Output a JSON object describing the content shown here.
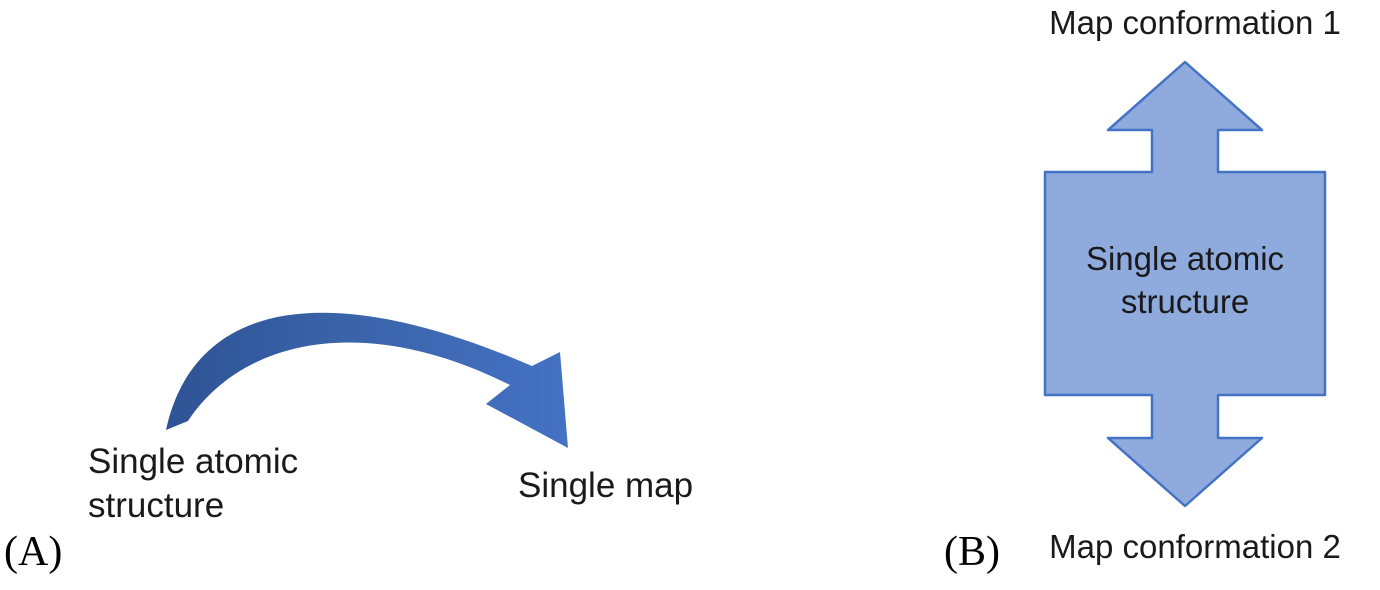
{
  "figure": {
    "type": "diagram",
    "description_not_shown": ""
  },
  "colors": {
    "shape_fill": "#8FAADC",
    "shape_stroke": "#4472C4",
    "curved_arrow_dark": "#2E5395",
    "curved_arrow_light": "#4472C4",
    "text": "#1A1A1A",
    "background": "#FFFFFF"
  },
  "panel_a": {
    "label": "(A)",
    "source_text": "Single atomic\nstructure",
    "target_text": "Single map",
    "arrow_icon": "curved-arrow"
  },
  "panel_b": {
    "label": "(B)",
    "top_label": "Map conformation 1",
    "center_text": "Single atomic\nstructure",
    "bottom_label": "Map conformation 2",
    "shape_icon": "double-headed-block-arrow"
  }
}
